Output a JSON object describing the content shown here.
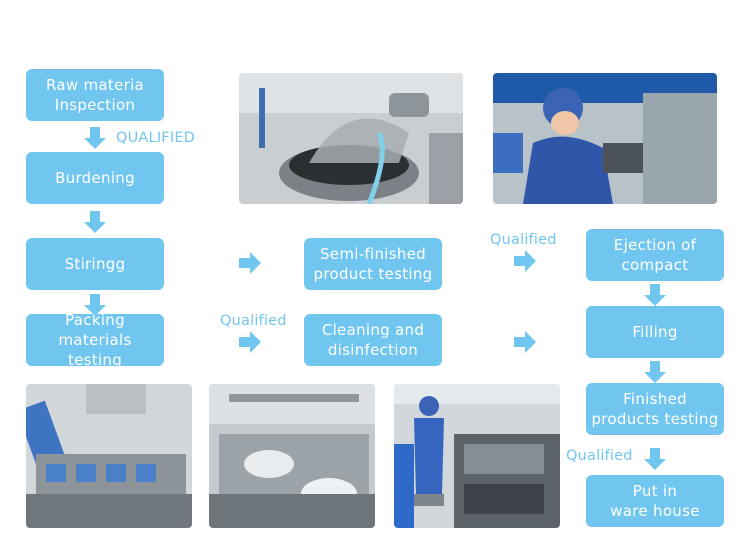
{
  "steps": {
    "raw": "Raw materia\nInspection",
    "burdening": "Burdening",
    "stiring": "Stiringg",
    "packing": "Packing\nmaterials testing",
    "semi": "Semi-finished\nproduct testing",
    "cleaning": "Cleaning and\ndisinfection",
    "ejection": "Ejection of\ncompact",
    "filling": "Filling",
    "finished": "Finished\nproducts testing",
    "warehouse": "Put in\nware house"
  },
  "labels": {
    "qualified_upper": "QUALIFIED",
    "qualified": "Qualified"
  },
  "colors": {
    "box": "#71c6ef",
    "arrow": "#71c6ef",
    "label": "#71c6ef"
  },
  "photos": [
    {
      "name": "mixing-tank-photo"
    },
    {
      "name": "worker-assembly-photo"
    },
    {
      "name": "packing-machine-photo"
    },
    {
      "name": "filling-machine-photo"
    },
    {
      "name": "cleanroom-worker-photo"
    }
  ]
}
